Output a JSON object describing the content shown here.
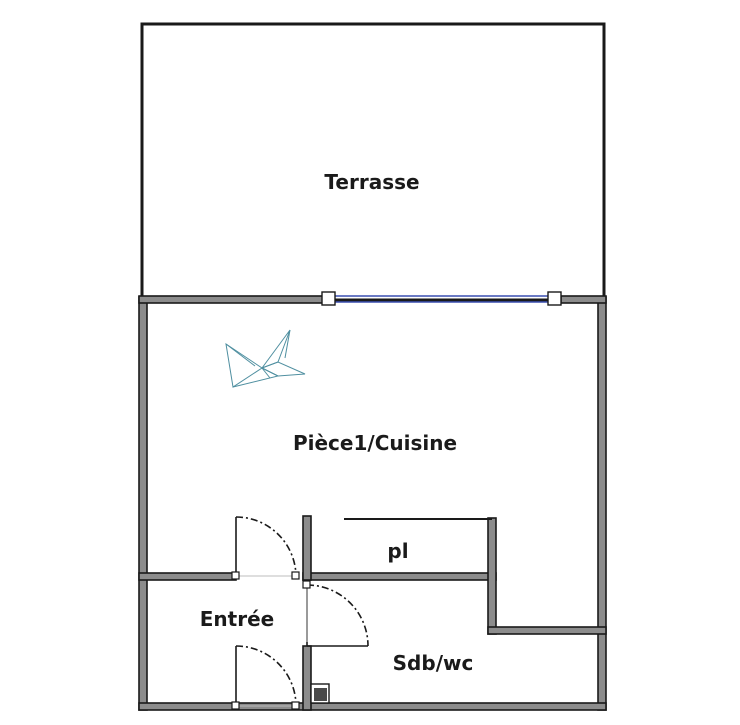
{
  "rooms": {
    "terrasse": "Terrasse",
    "piece1": "Pièce1/Cuisine",
    "placard": "pl",
    "entree": "Entrée",
    "sdb": "Sdb/wc"
  },
  "colors": {
    "wall": "#1a1a1a",
    "wall_fill": "#8c8c8c",
    "window": "#3a4fb0",
    "logo": "#4f8fa0"
  },
  "icons": {
    "logo": "origami-crane-icon"
  }
}
